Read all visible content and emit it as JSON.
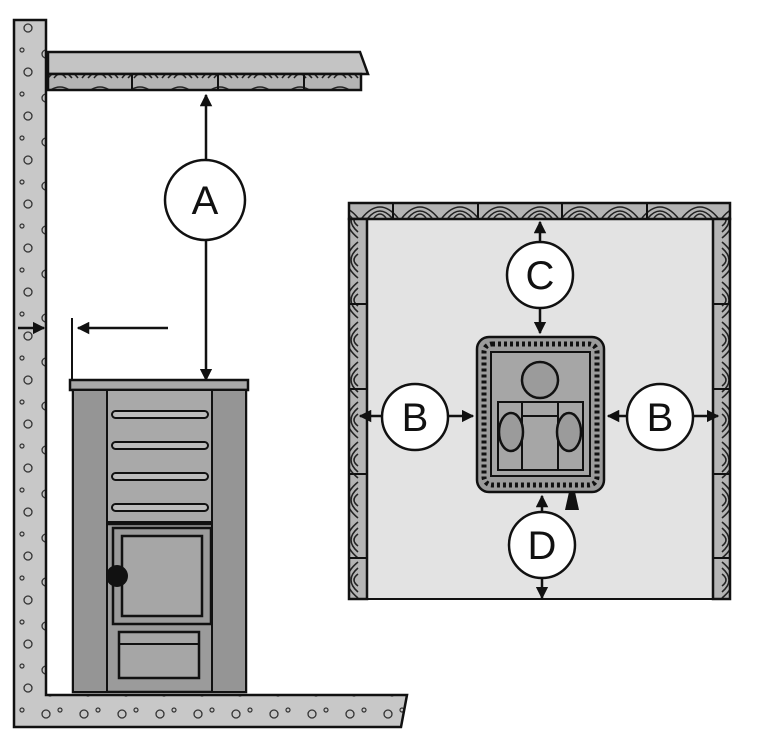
{
  "labels": {
    "a": "A",
    "b_left": "B",
    "b_right": "B",
    "c": "C",
    "d": "D"
  },
  "colors": {
    "wall": "#c8c8c8",
    "wood": "#a8a8a8",
    "stove_body": "#9b9b9b",
    "stove_panel": "#a6a6a6",
    "floor_plan": "#e3e3e3",
    "outline": "#111111"
  }
}
